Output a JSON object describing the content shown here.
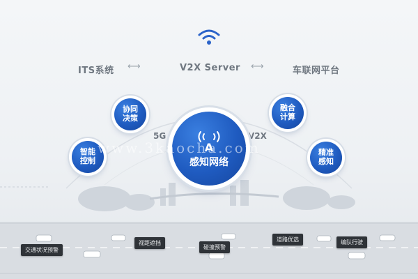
{
  "header": {
    "left": "ITS系统",
    "center": "V2X Server",
    "right": "车联网平台",
    "arrow": "⟷"
  },
  "links": {
    "left": "5G",
    "right": "V2X"
  },
  "center_node": {
    "icon_letter": "A",
    "label": "感知网络"
  },
  "nodes": [
    {
      "line1": "智能",
      "line2": "控制"
    },
    {
      "line1": "协同",
      "line2": "决策"
    },
    {
      "line1": "融合",
      "line2": "计算"
    },
    {
      "line1": "精准",
      "line2": "感知"
    }
  ],
  "road_tags": [
    "交通状况预警",
    "视距遮挡",
    "碰撞预警",
    "道路优选",
    "编队行驶"
  ],
  "watermark": "www.3kaocha.com",
  "colors": {
    "bubble_blue": "#1f5bc0",
    "tag_dark": "#2f3338",
    "text_gray": "#6f7780"
  }
}
